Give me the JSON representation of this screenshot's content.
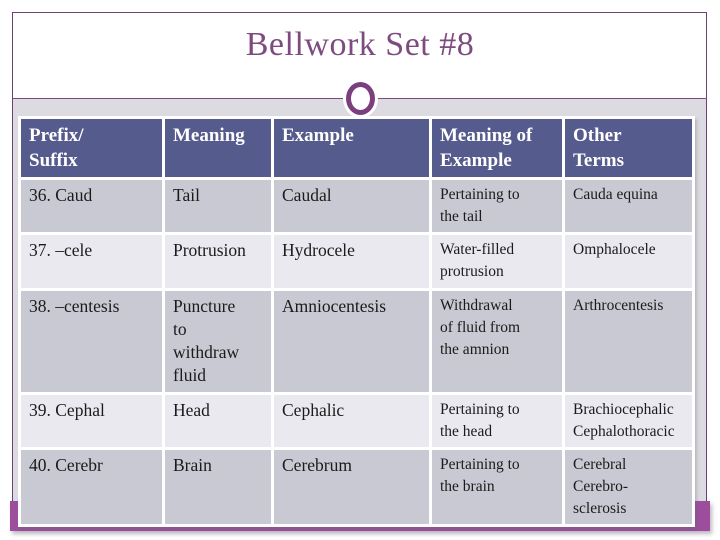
{
  "slide": {
    "title": "Bellwork Set #8"
  },
  "colors": {
    "title_text": "#7e4b81",
    "frame_border": "#6e4173",
    "body_background": "#dcdbe1",
    "accent_band": "#9c4e9d",
    "table_header_bg": "#565b8d",
    "row_dark_bg": "#c9c9d3",
    "row_light_bg": "#eae9ef"
  },
  "table": {
    "headers": [
      "Prefix/\nSuffix",
      "Meaning",
      "Example",
      "Meaning of\nExample",
      "Other\nTerms"
    ],
    "rows": [
      {
        "prefix": "36. Caud",
        "meaning": "Tail",
        "example": "Caudal",
        "meaning_of_example": "Pertaining to\nthe tail",
        "other_terms": "Cauda equina"
      },
      {
        "prefix": "37. –cele",
        "meaning": "Protrusion",
        "example": "Hydrocele",
        "meaning_of_example": "Water-filled\nprotrusion",
        "other_terms": "Omphalocele"
      },
      {
        "prefix": "38. –centesis",
        "meaning": "Puncture\nto\nwithdraw\nfluid",
        "example": "Amniocentesis",
        "meaning_of_example": "Withdrawal\nof fluid from\nthe amnion",
        "other_terms": "Arthrocentesis"
      },
      {
        "prefix": "39. Cephal",
        "meaning": "Head",
        "example": "Cephalic",
        "meaning_of_example": "Pertaining to\nthe head",
        "other_terms": "Brachiocephalic\nCephalothoracic"
      },
      {
        "prefix": "40. Cerebr",
        "meaning": "Brain",
        "example": "Cerebrum",
        "meaning_of_example": "Pertaining to\nthe brain",
        "other_terms": "Cerebral\nCerebro-\nsclerosis"
      }
    ]
  }
}
